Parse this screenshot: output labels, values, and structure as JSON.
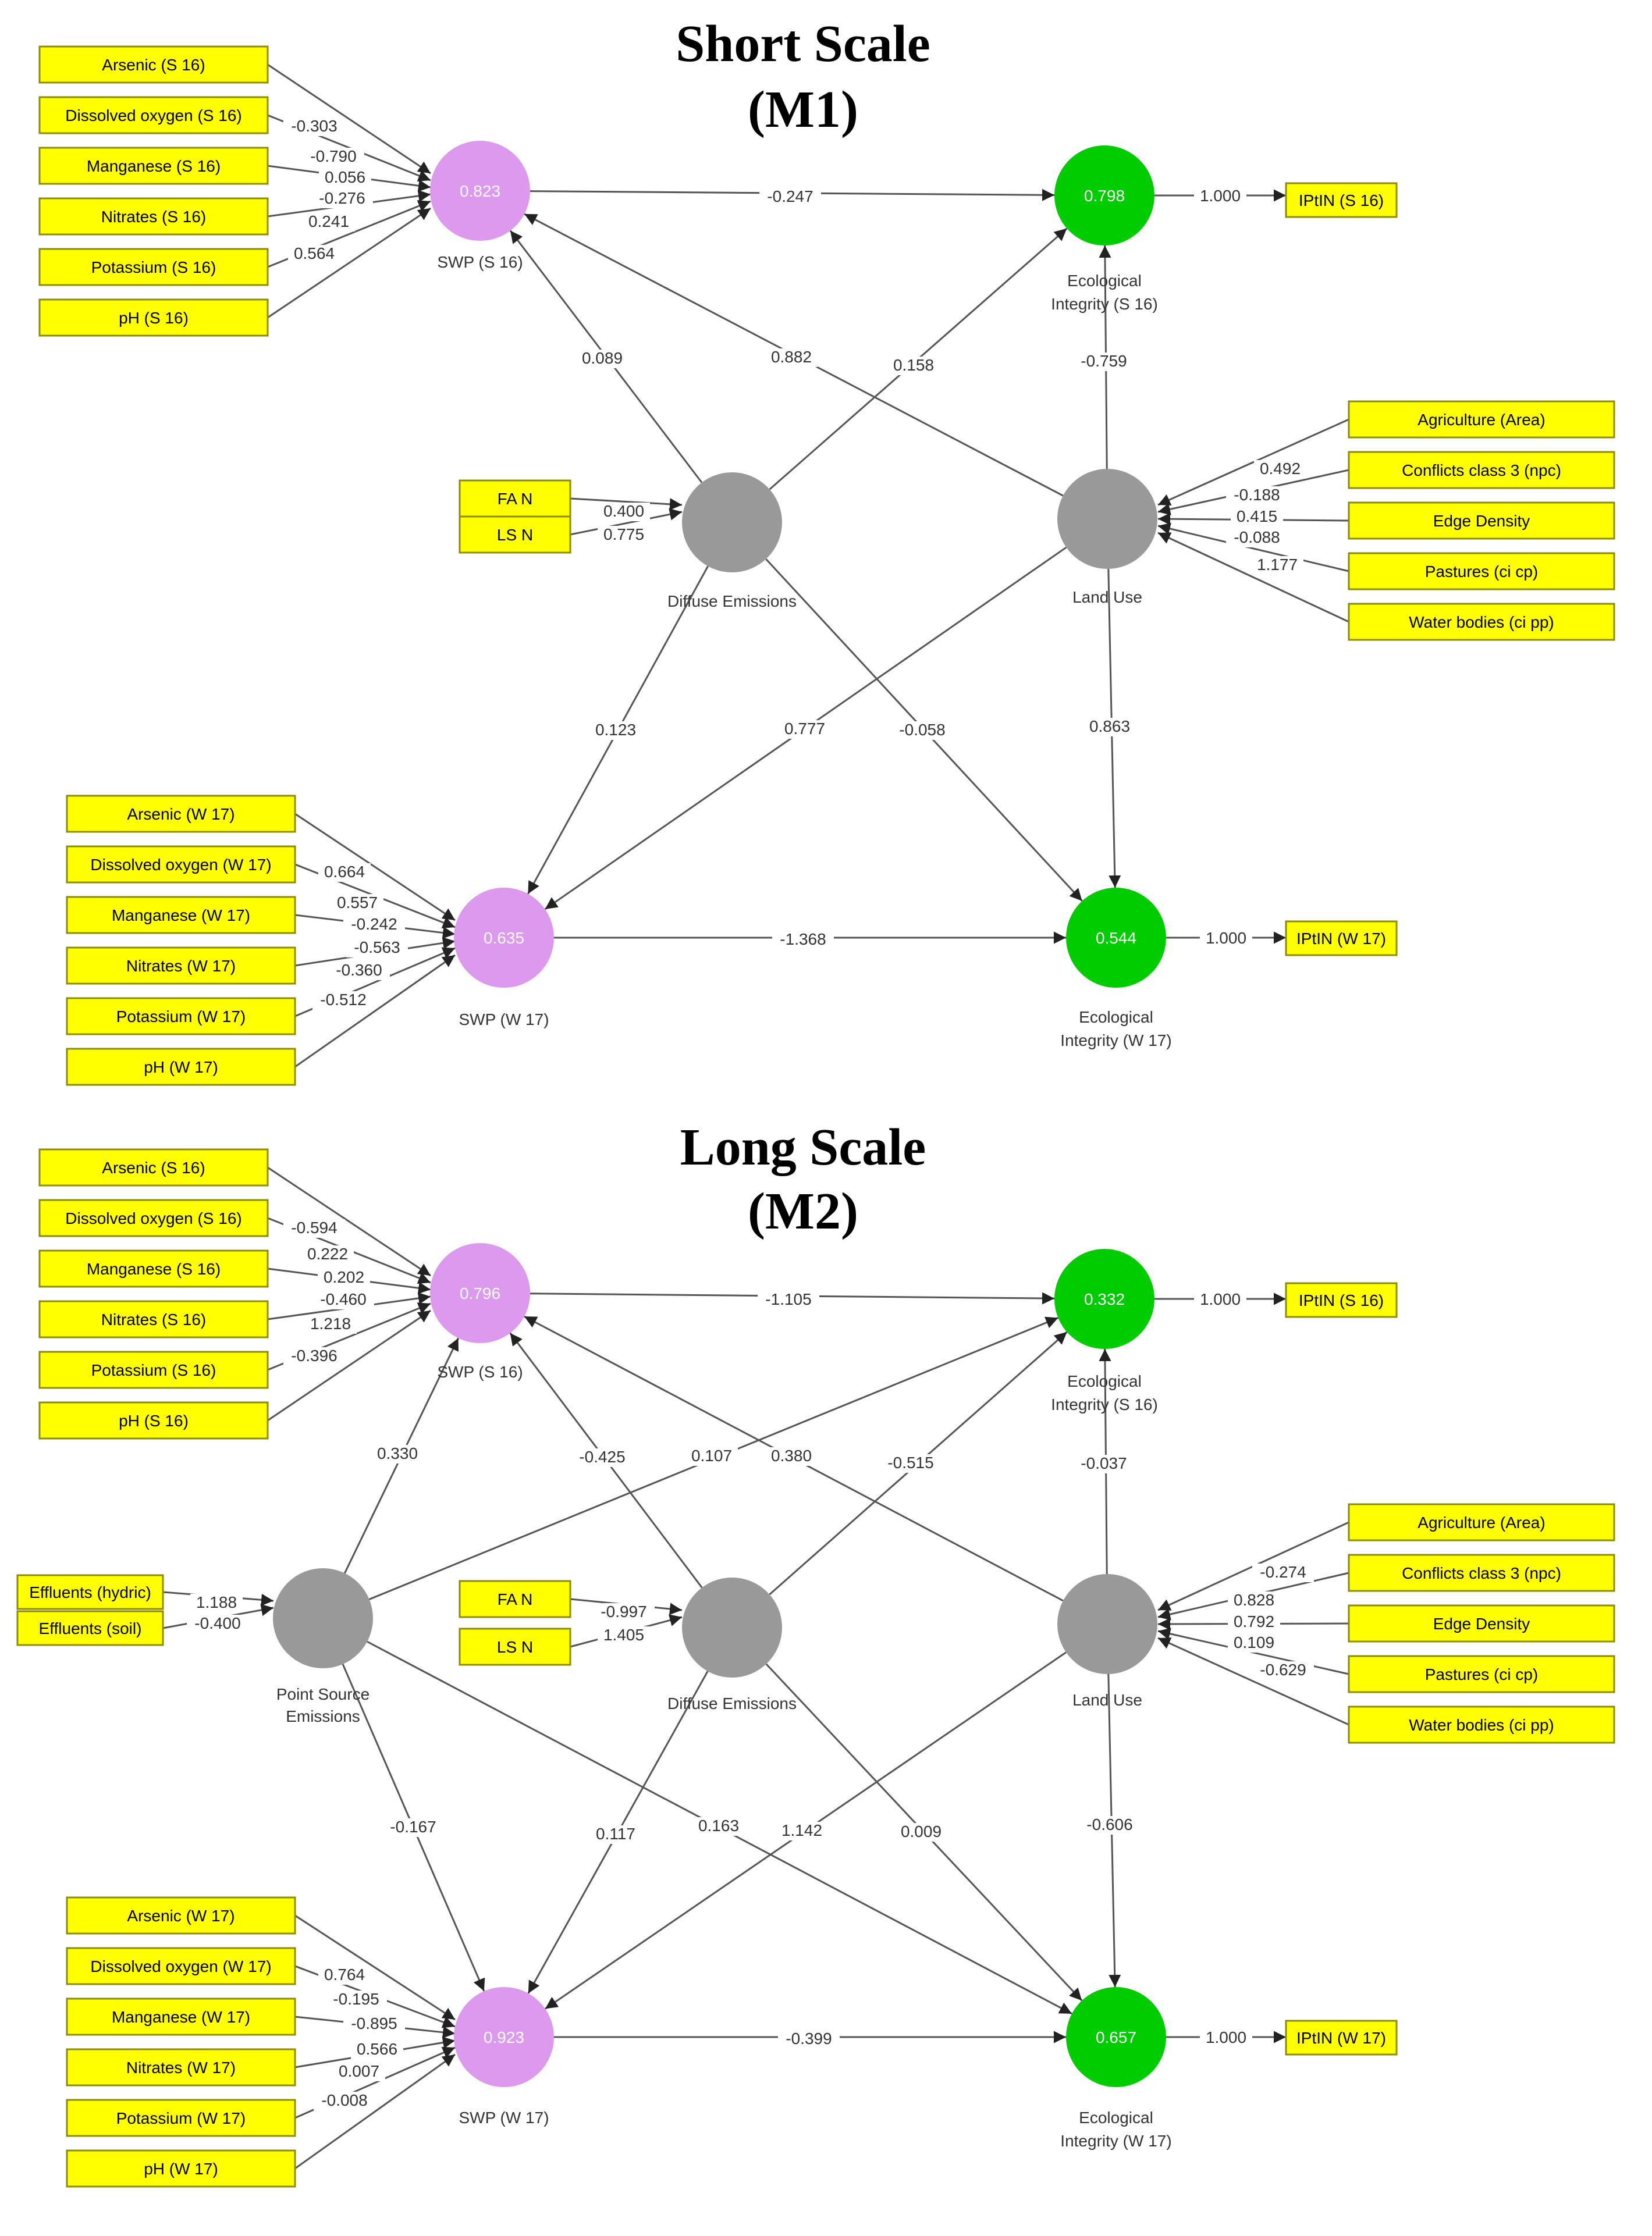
{
  "colors": {
    "indicator_fill": "#ffff00",
    "swp_node": "#dd99ee",
    "integrity_node": "#00cc00",
    "driver_node": "#999999",
    "edge": "#555555"
  },
  "panels": [
    {
      "title_line1": "Short Scale",
      "title_line2": "(M1)",
      "nodes": {
        "swp_s16": {
          "value": "0.823",
          "label": "SWP (S 16)"
        },
        "ei_s16": {
          "value": "0.798",
          "label_line1": "Ecological",
          "label_line2": "Integrity (S 16)"
        },
        "diffuse": {
          "value": "",
          "label": "Diffuse Emissions"
        },
        "landuse": {
          "value": "",
          "label": "Land Use"
        },
        "swp_w17": {
          "value": "0.635",
          "label": "SWP (W 17)"
        },
        "ei_w17": {
          "value": "0.544",
          "label_line1": "Ecological",
          "label_line2": "Integrity (W 17)"
        }
      },
      "indicators": {
        "swp_s16": {
          "labels": [
            "Arsenic (S 16)",
            "Dissolved oxygen (S 16)",
            "Manganese (S 16)",
            "Nitrates (S 16)",
            "Potassium (S 16)",
            "pH (S 16)"
          ],
          "weights": [
            "-0.303",
            "-0.790",
            "0.056",
            "-0.276",
            "0.241",
            "0.564"
          ]
        },
        "swp_w17": {
          "labels": [
            "Arsenic (W 17)",
            "Dissolved oxygen (W 17)",
            "Manganese (W 17)",
            "Nitrates (W 17)",
            "Potassium (W 17)",
            "pH (W 17)"
          ],
          "weights": [
            "0.664",
            "0.557",
            "-0.242",
            "-0.563",
            "-0.360",
            "-0.512"
          ]
        },
        "diffuse": {
          "labels": [
            "FA N",
            "LS N"
          ],
          "weights": [
            "0.400",
            "0.775"
          ]
        },
        "landuse": {
          "labels": [
            "Agriculture (Area)",
            "Conflicts class 3 (npc)",
            "Edge Density",
            "Pastures (ci cp)",
            "Water bodies (ci pp)"
          ],
          "weights": [
            "0.492",
            "-0.188",
            "0.415",
            "-0.088",
            "1.177"
          ]
        },
        "ei_s16": {
          "label": "IPtIN (S 16)",
          "weight": "1.000"
        },
        "ei_w17": {
          "label": "IPtIN (W 17)",
          "weight": "1.000"
        }
      },
      "paths": {
        "swp_s16_to_ei_s16": "-0.247",
        "diffuse_to_swp_s16": "0.089",
        "landuse_to_swp_s16": "0.882",
        "diffuse_to_ei_s16": "0.158",
        "landuse_to_ei_s16": "-0.759",
        "diffuse_to_swp_w17": "0.123",
        "landuse_to_swp_w17": "0.777",
        "diffuse_to_ei_w17": "-0.058",
        "landuse_to_ei_w17": "0.863",
        "swp_w17_to_ei_w17": "-1.368"
      }
    },
    {
      "title_line1": "Long Scale",
      "title_line2": "(M2)",
      "nodes": {
        "swp_s16": {
          "value": "0.796",
          "label": "SWP (S 16)"
        },
        "ei_s16": {
          "value": "0.332",
          "label_line1": "Ecological",
          "label_line2": "Integrity (S 16)"
        },
        "point": {
          "value": "",
          "label_line1": "Point Source",
          "label_line2": "Emissions"
        },
        "diffuse": {
          "value": "",
          "label": "Diffuse Emissions"
        },
        "landuse": {
          "value": "",
          "label": "Land Use"
        },
        "swp_w17": {
          "value": "0.923",
          "label": "SWP (W 17)"
        },
        "ei_w17": {
          "value": "0.657",
          "label_line1": "Ecological",
          "label_line2": "Integrity (W 17)"
        }
      },
      "indicators": {
        "swp_s16": {
          "labels": [
            "Arsenic (S 16)",
            "Dissolved oxygen (S 16)",
            "Manganese (S 16)",
            "Nitrates (S 16)",
            "Potassium (S 16)",
            "pH (S 16)"
          ],
          "weights": [
            "-0.594",
            "0.222",
            "0.202",
            "-0.460",
            "1.218",
            "-0.396"
          ]
        },
        "swp_w17": {
          "labels": [
            "Arsenic (W 17)",
            "Dissolved oxygen (W 17)",
            "Manganese (W 17)",
            "Nitrates (W 17)",
            "Potassium (W 17)",
            "pH (W 17)"
          ],
          "weights": [
            "0.764",
            "-0.195",
            "-0.895",
            "0.566",
            "0.007",
            "-0.008"
          ]
        },
        "point": {
          "labels": [
            "Effluents (hydric)",
            "Effluents (soil)"
          ],
          "weights": [
            "1.188",
            "-0.400"
          ]
        },
        "diffuse": {
          "labels": [
            "FA N",
            "LS N"
          ],
          "weights": [
            "-0.997",
            "1.405"
          ]
        },
        "landuse": {
          "labels": [
            "Agriculture (Area)",
            "Conflicts class 3 (npc)",
            "Edge Density",
            "Pastures (ci cp)",
            "Water bodies (ci pp)"
          ],
          "weights": [
            "-0.274",
            "0.828",
            "0.792",
            "0.109",
            "-0.629"
          ]
        },
        "ei_s16": {
          "label": "IPtIN (S 16)",
          "weight": "1.000"
        },
        "ei_w17": {
          "label": "IPtIN (W 17)",
          "weight": "1.000"
        }
      },
      "paths": {
        "swp_s16_to_ei_s16": "-1.105",
        "point_to_swp_s16": "0.330",
        "diffuse_to_swp_s16": "-0.425",
        "point_to_ei_s16": "0.107",
        "landuse_to_swp_s16": "0.380",
        "diffuse_to_ei_s16": "-0.515",
        "landuse_to_ei_s16": "-0.037",
        "point_to_swp_w17": "-0.167",
        "diffuse_to_swp_w17": "0.117",
        "point_to_ei_w17": "0.163",
        "landuse_to_swp_w17": "1.142",
        "diffuse_to_ei_w17": "0.009",
        "landuse_to_ei_w17": "-0.606",
        "swp_w17_to_ei_w17": "-0.399"
      }
    }
  ]
}
